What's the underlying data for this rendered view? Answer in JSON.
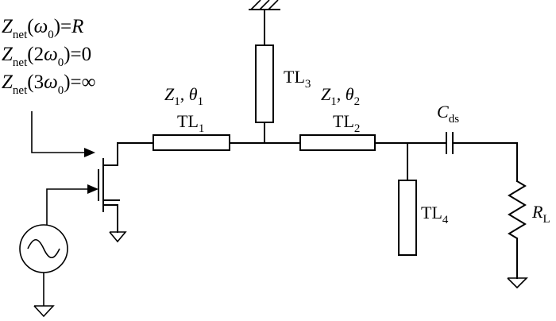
{
  "conditions": [
    {
      "z": "Z",
      "sub": "net",
      "open": "(",
      "mult": "",
      "omega": "ω",
      "osub": "0",
      "close": ")=",
      "value": "R",
      "value_italic": true
    },
    {
      "z": "Z",
      "sub": "net",
      "open": "(",
      "mult": "2",
      "omega": "ω",
      "osub": "0",
      "close": ")=",
      "value": "0",
      "value_italic": false
    },
    {
      "z": "Z",
      "sub": "net",
      "open": "(",
      "mult": "3",
      "omega": "ω",
      "osub": "0",
      "close": ")=",
      "value": "∞",
      "value_italic": false
    }
  ],
  "components": {
    "tl1": {
      "name": "TL",
      "sub": "1",
      "z": "Z",
      "zsub": "1",
      "sep": ", ",
      "theta": "θ",
      "thsub": "1"
    },
    "tl2": {
      "name": "TL",
      "sub": "2",
      "z": "Z",
      "zsub": "1",
      "sep": ", ",
      "theta": "θ",
      "thsub": "2"
    },
    "tl3": {
      "name": "TL",
      "sub": "3"
    },
    "tl4": {
      "name": "TL",
      "sub": "4"
    },
    "cds": {
      "name": "C",
      "sub": "ds"
    },
    "rl": {
      "name": "R",
      "sub": "L"
    }
  }
}
